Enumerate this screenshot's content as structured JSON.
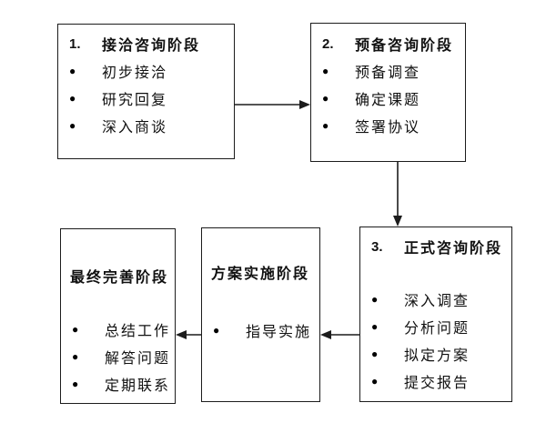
{
  "canvas": {
    "background_color": "#ffffff",
    "line_color": "#1c1c1c",
    "text_color": "#111111"
  },
  "glyphs": {
    "bullet": "●"
  },
  "stages": [
    {
      "number": "1.",
      "title": "接洽咨询阶段",
      "items": [
        "初步接洽",
        "研究回复",
        "深入商谈"
      ]
    },
    {
      "number": "2.",
      "title": "预备咨询阶段",
      "items": [
        "预备调查",
        "确定课题",
        "签署协议"
      ]
    },
    {
      "number": "3.",
      "title": "正式咨询阶段",
      "items": [
        "深入调查",
        "分析问题",
        "拟定方案",
        "提交报告"
      ]
    },
    {
      "number": "",
      "title": "方案实施阶段",
      "items": [
        "指导实施"
      ]
    },
    {
      "number": "",
      "title": "最终完善阶段",
      "items": [
        "总结工作",
        "解答问题",
        "定期联系"
      ]
    }
  ],
  "connections": [
    {
      "from": "接洽咨询阶段",
      "to": "预备咨询阶段",
      "direction": "right"
    },
    {
      "from": "预备咨询阶段",
      "to": "正式咨询阶段",
      "direction": "down"
    },
    {
      "from": "正式咨询阶段",
      "to": "方案实施阶段",
      "direction": "left"
    },
    {
      "from": "方案实施阶段",
      "to": "最终完善阶段",
      "direction": "left"
    }
  ]
}
